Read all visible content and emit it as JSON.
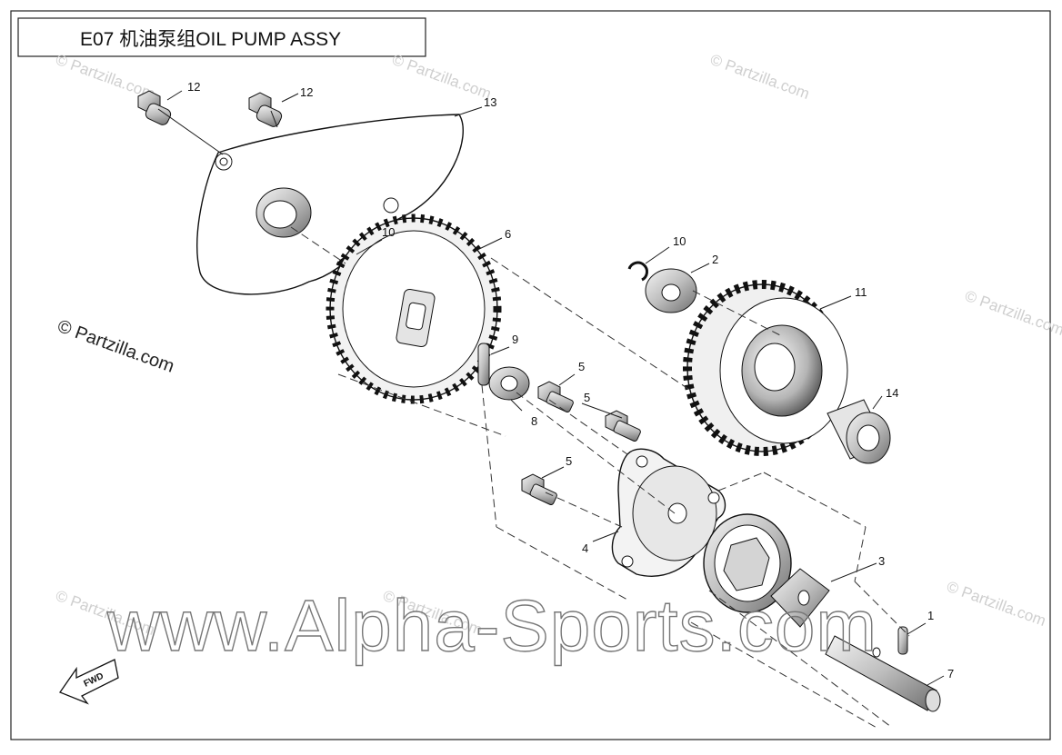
{
  "title": "E07 机油泵组OIL PUMP ASSY",
  "watermark_main": "www.Alpha-Sports.com",
  "watermark_repeat": "© Partzilla.com",
  "copyright": "© Partzilla.com",
  "fwd_label": "FWD",
  "callouts": {
    "c1": "1",
    "c2": "2",
    "c3": "3",
    "c4": "4",
    "c5a": "5",
    "c5b": "5",
    "c5c": "5",
    "c6": "6",
    "c7": "7",
    "c8": "8",
    "c9": "9",
    "c10a": "10",
    "c10b": "10",
    "c11": "11",
    "c12a": "12",
    "c12b": "12",
    "c13": "13",
    "c14": "14"
  }
}
